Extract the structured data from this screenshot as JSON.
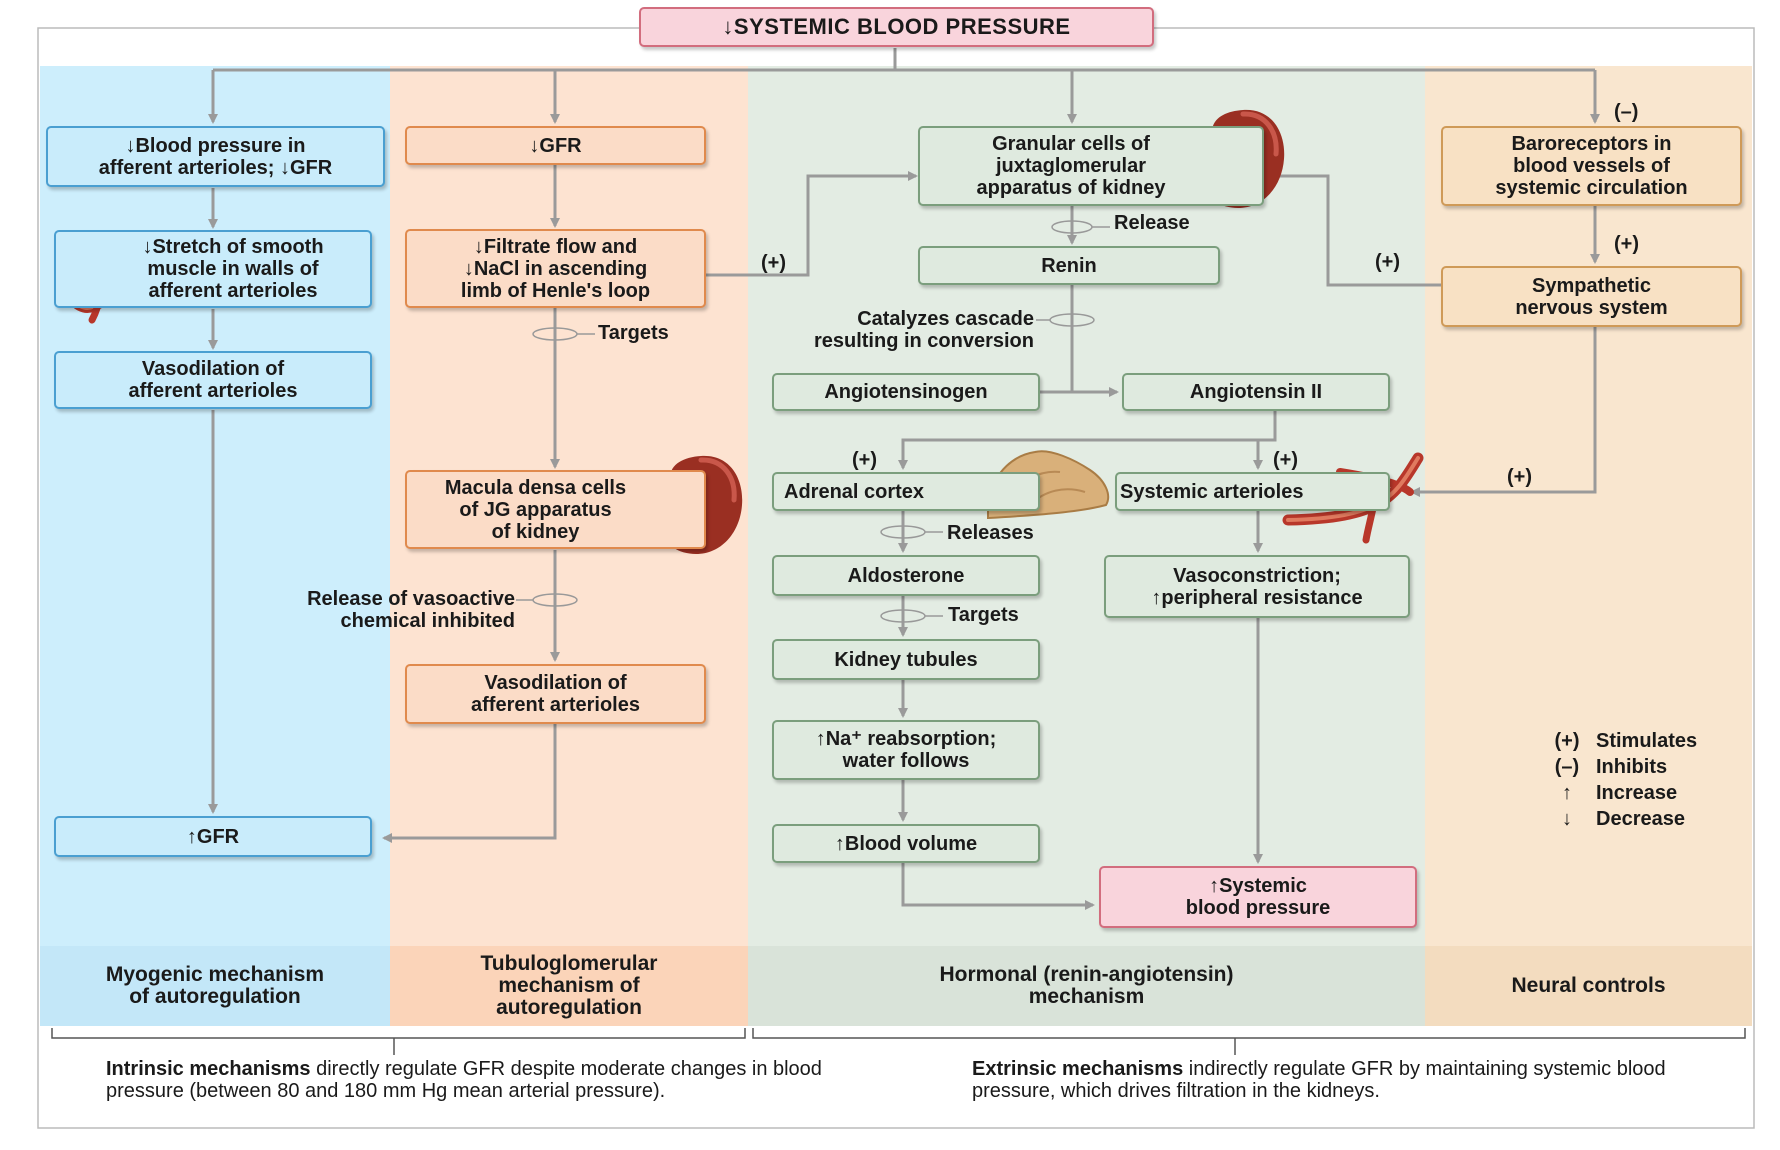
{
  "title": "↓SYSTEMIC BLOOD PRESSURE",
  "colors": {
    "myogenic": "#cdeefc",
    "tubulo": "#fde3d1",
    "hormonal": "#e3ece3",
    "neural": "#f9e6cf",
    "arrow": "#9a9a9a"
  },
  "myogenic": {
    "box1": "↓Blood pressure in\nafferent arterioles; ↓GFR",
    "box2": "↓Stretch of smooth\nmuscle in walls of\nafferent arterioles",
    "box3": "Vasodilation of\nafferent arterioles",
    "box4": "↑GFR"
  },
  "tubulo": {
    "box1": "↓GFR",
    "box2": "↓Filtrate flow and\n↓NaCl in ascending\nlimb of Henle's loop",
    "targets": "Targets",
    "box3": "Macula densa cells\nof JG apparatus\nof kidney",
    "release_label": "Release of vasoactive\nchemical inhibited",
    "box4": "Vasodilation of\nafferent arterioles"
  },
  "hormonal": {
    "granular": "Granular cells of\njuxtaglomerular\napparatus of kidney",
    "release": "Release",
    "renin": "Renin",
    "catalyzes": "Catalyzes cascade\nresulting in conversion",
    "angiotensinogen": "Angiotensinogen",
    "angiotensin2": "Angiotensin II",
    "adrenal": "Adrenal cortex",
    "systemic_arterioles": "Systemic arterioles",
    "releases": "Releases",
    "aldosterone": "Aldosterone",
    "targets": "Targets",
    "kidney_tubules": "Kidney tubules",
    "na_reabsorption": "↑Na⁺ reabsorption;\nwater follows",
    "blood_volume": "↑Blood volume",
    "vasoconstriction": "Vasoconstriction;\n↑peripheral resistance",
    "systemic_bp": "↑Systemic\nblood pressure"
  },
  "neural": {
    "baroreceptors": "Baroreceptors in\nblood vessels of\nsystemic circulation",
    "sympathetic": "Sympathetic\nnervous system"
  },
  "signs": {
    "stimulate": "(+)",
    "inhibit": "(–)"
  },
  "legend": [
    {
      "symbol": "(+)",
      "text": "Stimulates"
    },
    {
      "symbol": "(–)",
      "text": "Inhibits"
    },
    {
      "symbol": "↑",
      "text": "Increase"
    },
    {
      "symbol": "↓",
      "text": "Decrease"
    }
  ],
  "footer": {
    "myogenic": "Myogenic mechanism\nof autoregulation",
    "tubulo": "Tubuloglomerular\nmechanism of\nautoregulation",
    "hormonal": "Hormonal (renin-angiotensin)\nmechanism",
    "neural": "Neural controls"
  },
  "notes": {
    "intrinsic_bold": "Intrinsic mechanisms",
    "intrinsic_rest": " directly regulate GFR despite moderate changes in blood pressure (between 80 and 180 mm Hg mean arterial pressure).",
    "extrinsic_bold": "Extrinsic mechanisms",
    "extrinsic_rest": " indirectly regulate GFR by maintaining systemic blood pressure, which drives filtration in the kidneys."
  },
  "icons": [
    "kidney-icon",
    "artery-icon",
    "adrenal-gland-icon"
  ]
}
